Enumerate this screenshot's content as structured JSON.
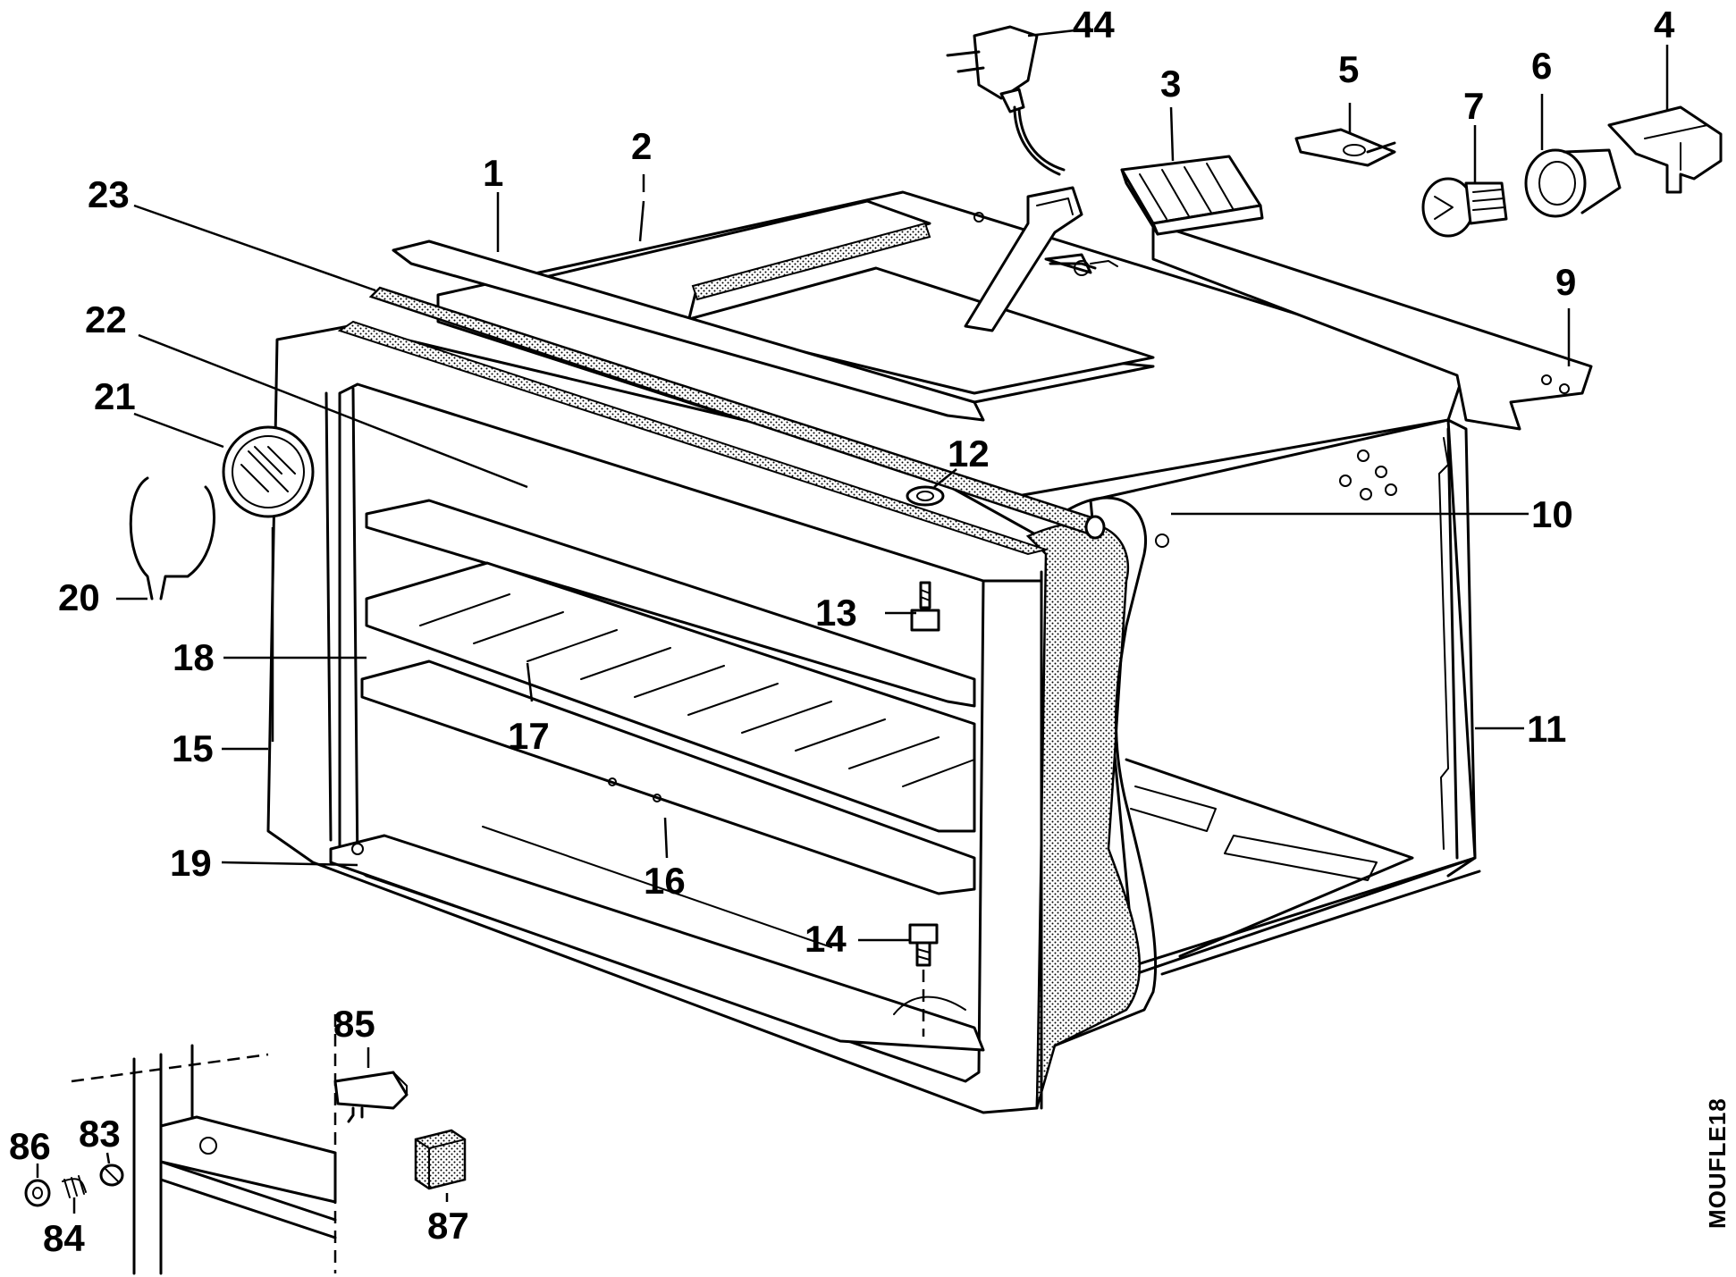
{
  "diagram": {
    "reference_code": "MOUFLE18",
    "callouts": [
      {
        "id": "c1",
        "label": "1"
      },
      {
        "id": "c2",
        "label": "2"
      },
      {
        "id": "c3",
        "label": "3"
      },
      {
        "id": "c4",
        "label": "4"
      },
      {
        "id": "c5",
        "label": "5"
      },
      {
        "id": "c6",
        "label": "6"
      },
      {
        "id": "c7",
        "label": "7"
      },
      {
        "id": "c9",
        "label": "9"
      },
      {
        "id": "c10",
        "label": "10"
      },
      {
        "id": "c11",
        "label": "11"
      },
      {
        "id": "c12",
        "label": "12"
      },
      {
        "id": "c13",
        "label": "13"
      },
      {
        "id": "c14",
        "label": "14"
      },
      {
        "id": "c15",
        "label": "15"
      },
      {
        "id": "c16",
        "label": "16"
      },
      {
        "id": "c17",
        "label": "17"
      },
      {
        "id": "c18",
        "label": "18"
      },
      {
        "id": "c19",
        "label": "19"
      },
      {
        "id": "c20",
        "label": "20"
      },
      {
        "id": "c21",
        "label": "21"
      },
      {
        "id": "c22",
        "label": "22"
      },
      {
        "id": "c23",
        "label": "23"
      },
      {
        "id": "c44",
        "label": "44"
      },
      {
        "id": "c83",
        "label": "83"
      },
      {
        "id": "c84",
        "label": "84"
      },
      {
        "id": "c85",
        "label": "85"
      },
      {
        "id": "c86",
        "label": "86"
      },
      {
        "id": "c87",
        "label": "87"
      }
    ]
  }
}
